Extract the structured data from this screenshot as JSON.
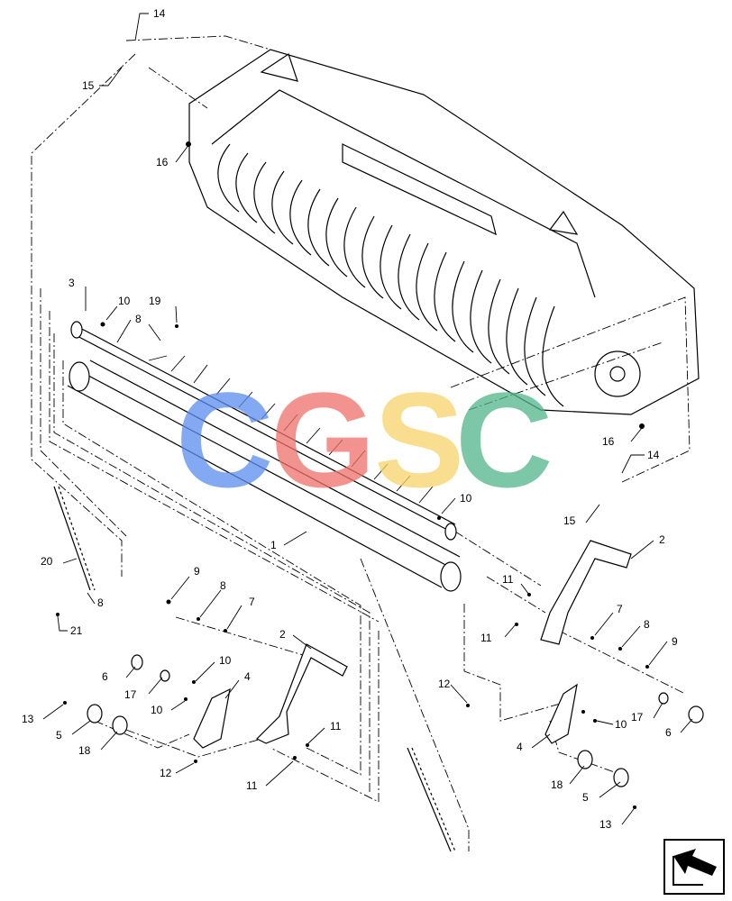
{
  "watermark": {
    "letters": [
      {
        "char": "C",
        "color": "#5b8def"
      },
      {
        "char": "G",
        "color": "#f0706a"
      },
      {
        "char": "S",
        "color": "#f7d36a"
      },
      {
        "char": "C",
        "color": "#4fb58a"
      }
    ]
  },
  "callouts": [
    {
      "label": "14"
    },
    {
      "label": "15"
    },
    {
      "label": "16"
    },
    {
      "label": "3"
    },
    {
      "label": "10"
    },
    {
      "label": "19"
    },
    {
      "label": "8"
    },
    {
      "label": "16"
    },
    {
      "label": "14"
    },
    {
      "label": "15"
    },
    {
      "label": "10"
    },
    {
      "label": "20"
    },
    {
      "label": "1"
    },
    {
      "label": "2"
    },
    {
      "label": "8"
    },
    {
      "label": "21"
    },
    {
      "label": "9"
    },
    {
      "label": "8"
    },
    {
      "label": "7"
    },
    {
      "label": "11"
    },
    {
      "label": "11"
    },
    {
      "label": "7"
    },
    {
      "label": "8"
    },
    {
      "label": "9"
    },
    {
      "label": "2"
    },
    {
      "label": "10"
    },
    {
      "label": "4"
    },
    {
      "label": "6"
    },
    {
      "label": "17"
    },
    {
      "label": "10"
    },
    {
      "label": "12"
    },
    {
      "label": "13"
    },
    {
      "label": "5"
    },
    {
      "label": "18"
    },
    {
      "label": "11"
    },
    {
      "label": "12"
    },
    {
      "label": "11"
    },
    {
      "label": "17"
    },
    {
      "label": "6"
    },
    {
      "label": "10"
    },
    {
      "label": "4"
    },
    {
      "label": "18"
    },
    {
      "label": "5"
    },
    {
      "label": "13"
    }
  ],
  "nav_icon": "next-page-arrow-icon"
}
